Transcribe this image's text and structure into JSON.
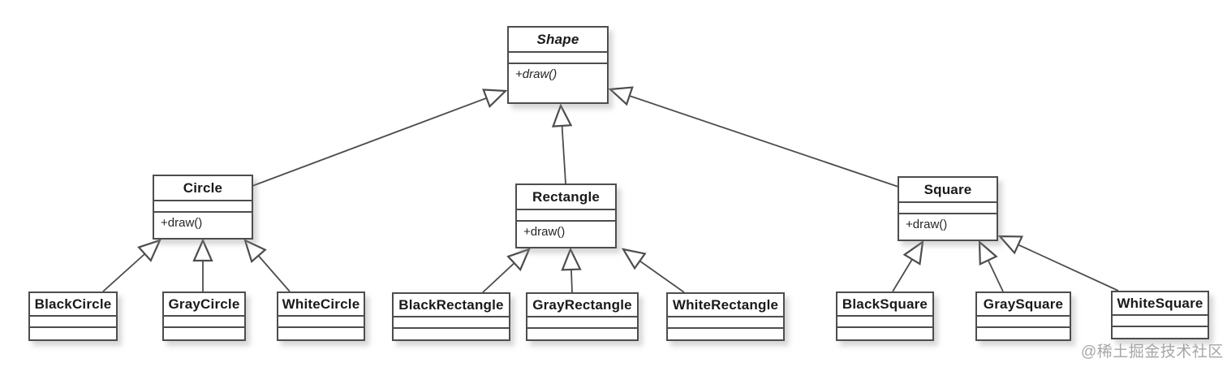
{
  "colors": {
    "background": "#ffffff",
    "box_fill": "#ffffff",
    "stroke": "#4d4d4d",
    "title_text": "#1a1a1a",
    "method_text": "#262626",
    "watermark_text": "#a6a6a6"
  },
  "classes": {
    "shape": {
      "name": "Shape",
      "method": "+draw()"
    },
    "circle": {
      "name": "Circle",
      "method": "+draw()"
    },
    "rectangle": {
      "name": "Rectangle",
      "method": "+draw()"
    },
    "square": {
      "name": "Square",
      "method": "+draw()"
    },
    "black_circle": {
      "name": "BlackCircle"
    },
    "gray_circle": {
      "name": "GrayCircle"
    },
    "white_circle": {
      "name": "WhiteCircle"
    },
    "black_rectangle": {
      "name": "BlackRectangle"
    },
    "gray_rectangle": {
      "name": "GrayRectangle"
    },
    "white_rectangle": {
      "name": "WhiteRectangle"
    },
    "black_square": {
      "name": "BlackSquare"
    },
    "gray_square": {
      "name": "GraySquare"
    },
    "white_square": {
      "name": "WhiteSquare"
    }
  },
  "relationships": [
    {
      "child": "Circle",
      "parent": "Shape",
      "type": "generalization"
    },
    {
      "child": "Rectangle",
      "parent": "Shape",
      "type": "generalization"
    },
    {
      "child": "Square",
      "parent": "Shape",
      "type": "generalization"
    },
    {
      "child": "BlackCircle",
      "parent": "Circle",
      "type": "generalization"
    },
    {
      "child": "GrayCircle",
      "parent": "Circle",
      "type": "generalization"
    },
    {
      "child": "WhiteCircle",
      "parent": "Circle",
      "type": "generalization"
    },
    {
      "child": "BlackRectangle",
      "parent": "Rectangle",
      "type": "generalization"
    },
    {
      "child": "GrayRectangle",
      "parent": "Rectangle",
      "type": "generalization"
    },
    {
      "child": "WhiteRectangle",
      "parent": "Rectangle",
      "type": "generalization"
    },
    {
      "child": "BlackSquare",
      "parent": "Square",
      "type": "generalization"
    },
    {
      "child": "GraySquare",
      "parent": "Square",
      "type": "generalization"
    },
    {
      "child": "WhiteSquare",
      "parent": "Square",
      "type": "generalization"
    }
  ],
  "watermark": {
    "text": "@稀土掘金技术社区"
  }
}
